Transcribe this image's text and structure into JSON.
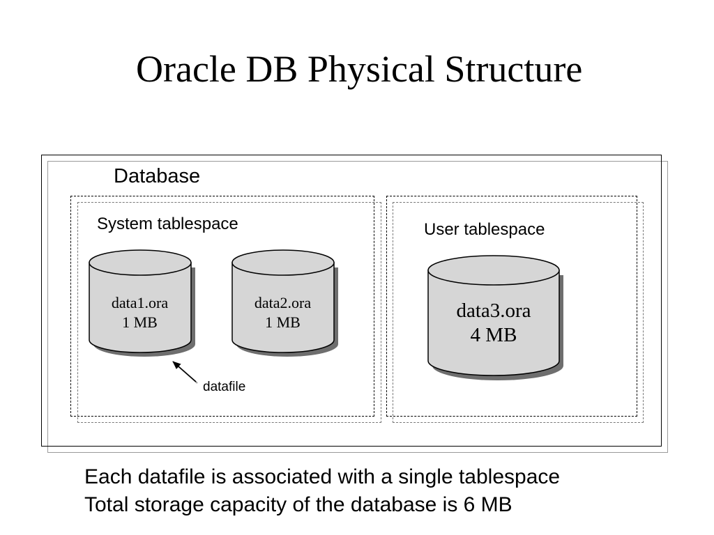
{
  "title": "Oracle DB Physical Structure",
  "database": {
    "label": "Database",
    "tablespaces": [
      {
        "label": "System tablespace",
        "datafiles": [
          {
            "name": "data1.ora",
            "size": "1 MB"
          },
          {
            "name": "data2.ora",
            "size": "1 MB"
          }
        ]
      },
      {
        "label": "User tablespace",
        "datafiles": [
          {
            "name": "data3.ora",
            "size": "4 MB"
          }
        ]
      }
    ]
  },
  "callout": {
    "label": "datafile"
  },
  "notes": [
    "Each datafile is associated with a single tablespace",
    "Total storage capacity of the database is 6 MB"
  ],
  "colors": {
    "cylinder_fill": "#d6d6d6",
    "cylinder_shadow": "#6e6e6e",
    "frame_shadow": "#9a9a9a"
  }
}
